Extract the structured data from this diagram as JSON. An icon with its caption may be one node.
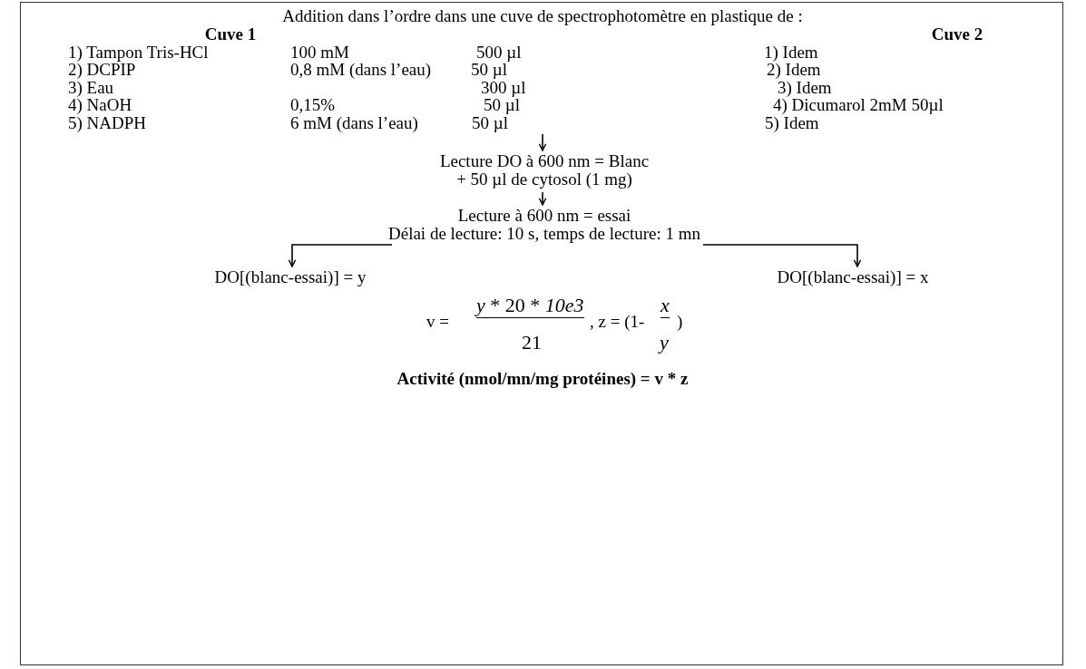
{
  "diagram": {
    "nodes": [
      {
        "text": [
          "Addition dans l’ordre dans une cuve de spectrophotomètre en plastique de :",
          "Cuve 1",
          "Cuve 2",
          "1) Tampon Tris-HCl",
          "100 mM",
          "500 µl",
          "1) Idem",
          "2) DCPIP",
          "0,8 mM (dans l’eau)",
          "50 µl",
          "2) Idem",
          "3) Eau",
          "300 µl",
          "3) Idem",
          "4) NaOH",
          "0,15%",
          "50 µl",
          "4) Dicumarol 2mM 50µl",
          "5) NADPH",
          "6 mM (dans l’eau)",
          "50 µl",
          "5) Idem"
        ]
      },
      {
        "text": [
          "Lecture DO à 600 nm = Blanc",
          "+ 50 µl de cytosol (1 mg)"
        ]
      },
      {
        "text": [
          "Lecture à 600 nm = essai",
          "Délai de lecture: 10 s, temps de lecture: 1 mn"
        ]
      },
      {
        "text": [
          "DO[(blanc-essai)] = y"
        ]
      },
      {
        "text": [
          "DO[(blanc-essai)] = x"
        ]
      }
    ],
    "edges": [
      {
        "from": 0,
        "to": 1,
        "arrow": "to"
      },
      {
        "from": 1,
        "to": 2,
        "arrow": "to"
      },
      {
        "from": 2,
        "to": 3,
        "arrow": "to"
      },
      {
        "from": 2,
        "to": 4,
        "arrow": "to"
      }
    ],
    "labels": [
      "v =",
      "*y* * 20 * *10e3*",
      "21",
      ", z = (1-",
      "x",
      "y",
      ")",
      "Activité (nmol/mn/mg protéines) = v * z"
    ]
  }
}
